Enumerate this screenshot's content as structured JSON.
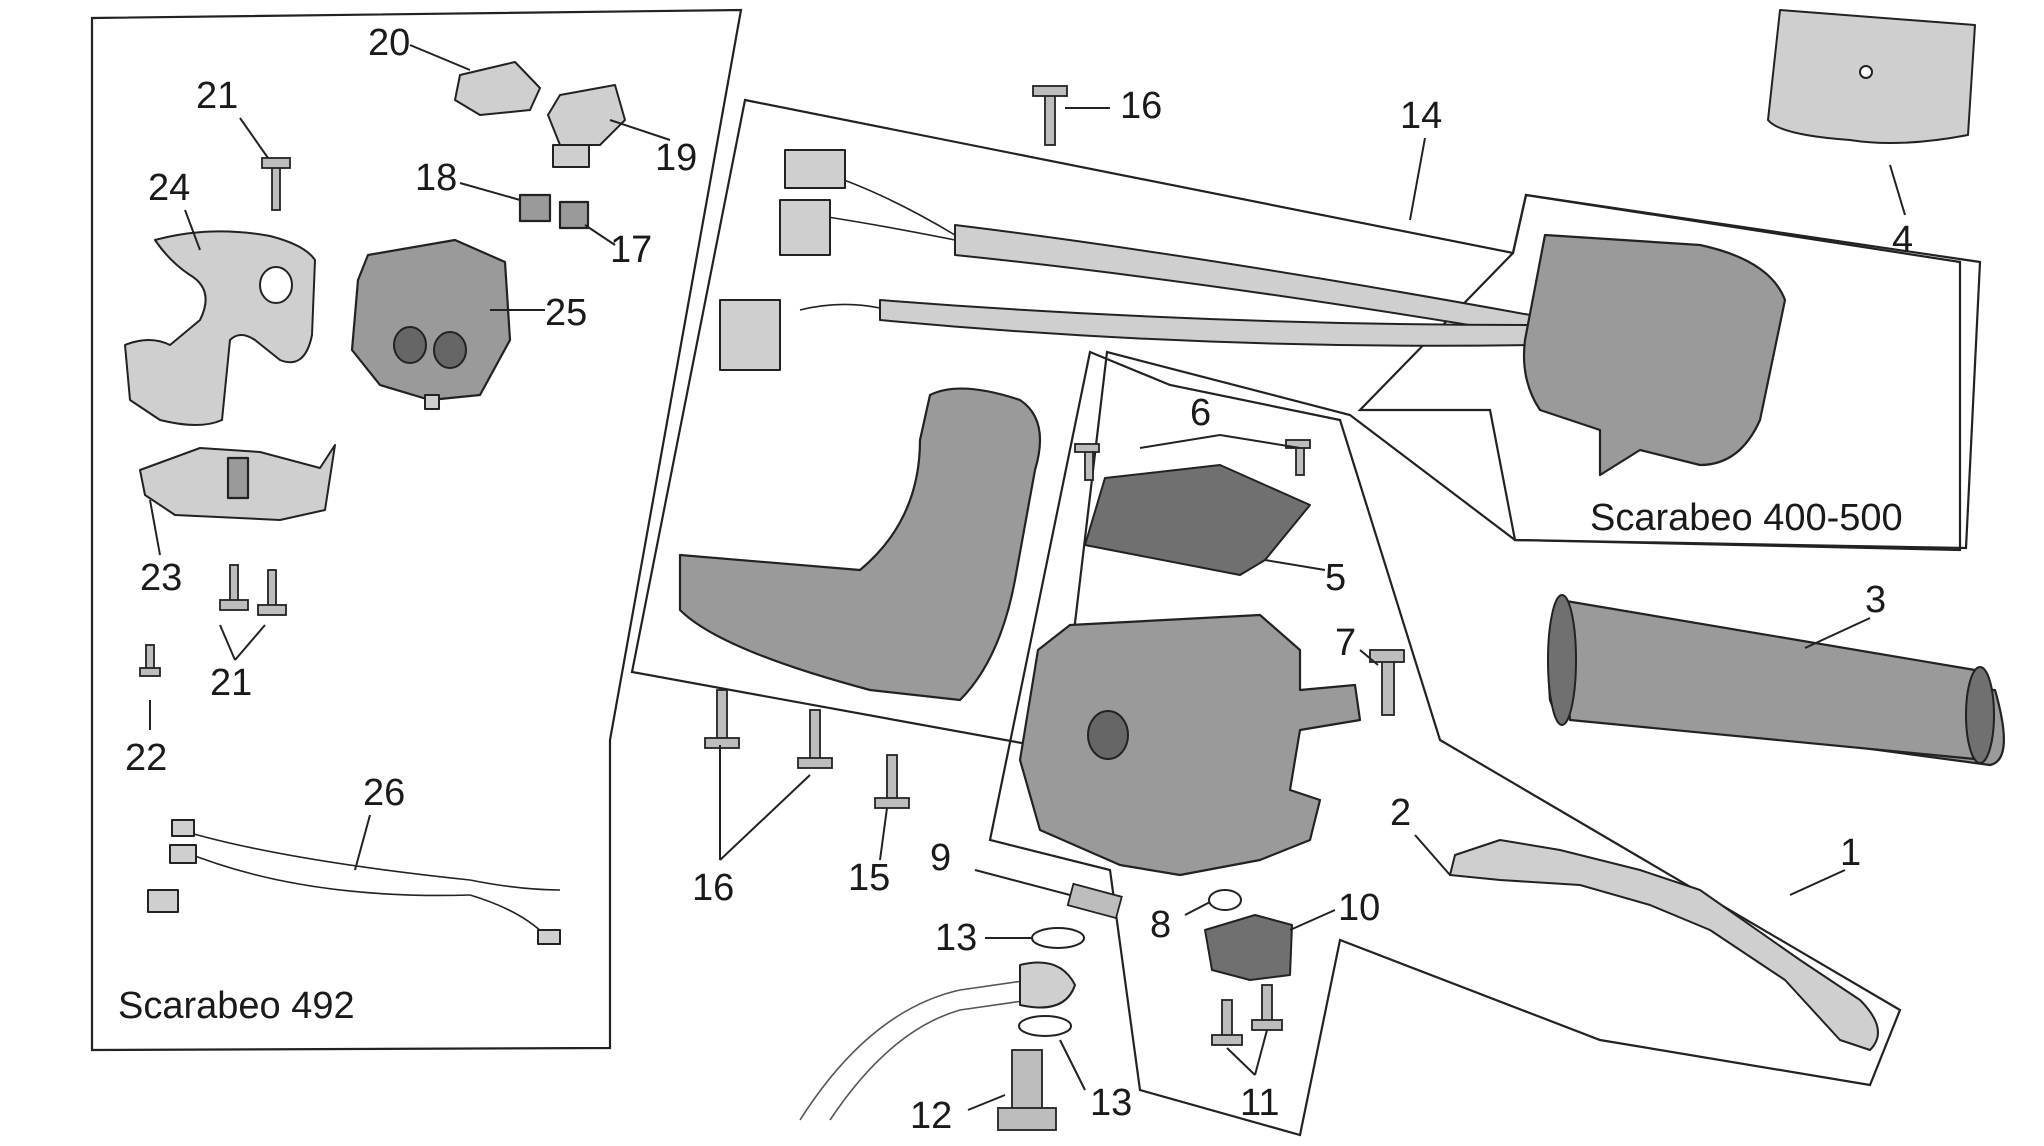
{
  "groups": {
    "left_box_label": "Scarabeo 492",
    "right_box_label": "Scarabeo 400-500"
  },
  "callouts": {
    "c1": "1",
    "c2": "2",
    "c3": "3",
    "c4": "4",
    "c5": "5",
    "c6": "6",
    "c7": "7",
    "c8": "8",
    "c9": "9",
    "c10": "10",
    "c11": "11",
    "c12": "12",
    "c13a": "13",
    "c13b": "13",
    "c14": "14",
    "c15": "15",
    "c16a": "16",
    "c16b": "16",
    "c17": "17",
    "c18": "18",
    "c19": "19",
    "c20": "20",
    "c21a": "21",
    "c21b": "21",
    "c22": "22",
    "c23": "23",
    "c24": "24",
    "c25": "25",
    "c26": "26"
  },
  "icons": {
    "exploded_view": "left-handlebar-controls-exploded-diagram"
  }
}
